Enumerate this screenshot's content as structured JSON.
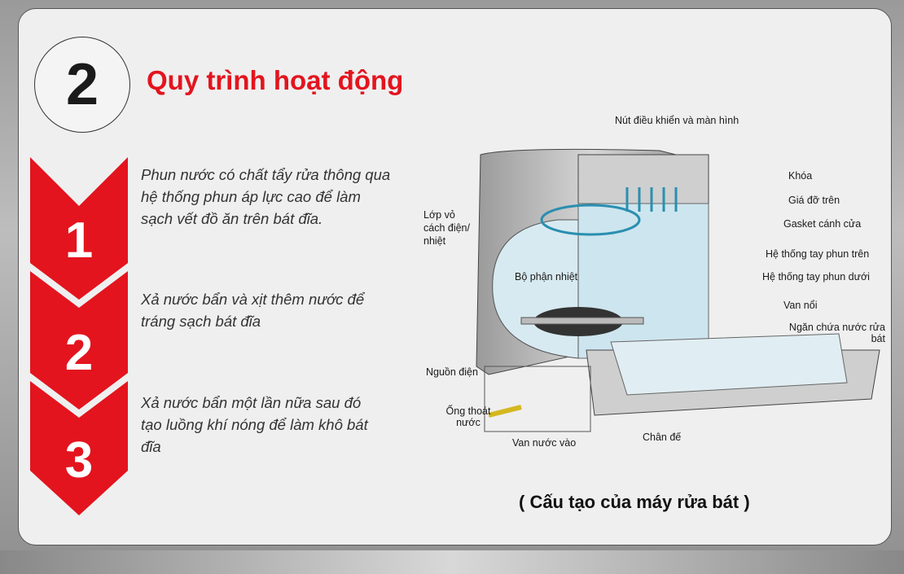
{
  "section_number": "2",
  "title": "Quy trình hoạt động",
  "steps": [
    {
      "number": "1",
      "text": "Phun nước có chất tẩy rửa thông qua hệ thống phun áp lực cao để làm sạch vết đồ ăn trên bát đĩa."
    },
    {
      "number": "2",
      "text": "Xả nước bẩn và xịt thêm nước để tráng sạch bát đĩa"
    },
    {
      "number": "3",
      "text": "Xả nước bẩn một lần nữa sau đó tạo luồng khí nóng để làm khô bát đĩa"
    }
  ],
  "diagram": {
    "labels": {
      "controls": "Nút điều khiển và màn hình",
      "lock": "Khóa",
      "upper_rack": "Giá đỡ trên",
      "door_gasket": "Gasket cánh cửa",
      "upper_spray_arm": "Hệ thống tay phun trên",
      "lower_spray_arm": "Hệ thống tay phun dưới",
      "float_valve": "Van nổi",
      "detergent_dispenser": "Ngăn chứa nước rửa bát",
      "insulation": "Lớp vỏ cách điện/ nhiệt",
      "heater": "Bộ phận nhiệt",
      "power": "Nguồn điện",
      "drain_pipe": "Ống thoát nước",
      "inlet_valve": "Van nước vào",
      "base": "Chân đế"
    },
    "caption": "( Cấu tạo của máy rửa bát )"
  },
  "colors": {
    "accent": "#e3141e",
    "rack": "#2a8fb0"
  }
}
